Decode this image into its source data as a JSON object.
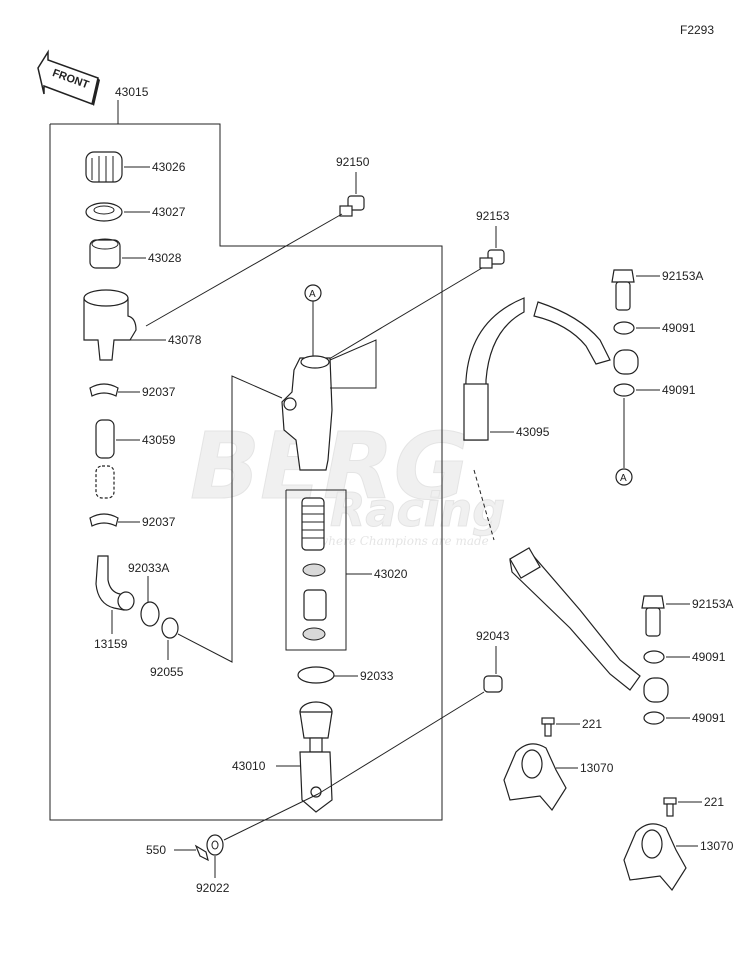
{
  "figure_code": "F2293",
  "front_label": "FRONT",
  "callout": "A",
  "watermark": {
    "brand_main": "BERG",
    "brand_sub": "Racing",
    "tagline": "where Champions are made"
  },
  "parts": {
    "p43015": "43015",
    "p43026": "43026",
    "p43027": "43027",
    "p43028": "43028",
    "p43078": "43078",
    "p92037a": "92037",
    "p43059": "43059",
    "p92037b": "92037",
    "p92033A": "92033A",
    "p13159": "13159",
    "p92055": "92055",
    "p92150": "92150",
    "p92153": "92153",
    "p43020": "43020",
    "p92033": "92033",
    "p43010": "43010",
    "p92043": "92043",
    "p550": "550",
    "p92022": "92022",
    "p92153A_a": "92153A",
    "p49091_a": "49091",
    "p49091_b": "49091",
    "p43095": "43095",
    "p92153A_b": "92153A",
    "p49091_c": "49091",
    "p49091_d": "49091",
    "p221_a": "221",
    "p13070_a": "13070",
    "p221_b": "221",
    "p13070_b": "13070"
  }
}
